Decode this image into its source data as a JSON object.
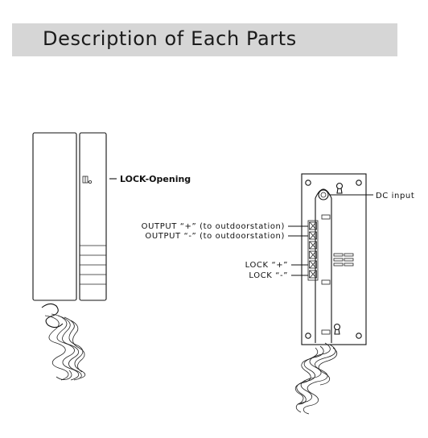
{
  "header": {
    "title": "Description of Each Parts"
  },
  "front_view": {
    "labels": {
      "lock_opening": "LOCK-Opening"
    }
  },
  "back_view": {
    "labels": {
      "dc_input": "DC input",
      "output_plus": "OUTPUT “+” (to outdoorstation)",
      "output_minus": "OUTPUT “-” (to outdoorstation)",
      "lock_plus": "LOCK “+”",
      "lock_minus": "LOCK “-”"
    }
  }
}
